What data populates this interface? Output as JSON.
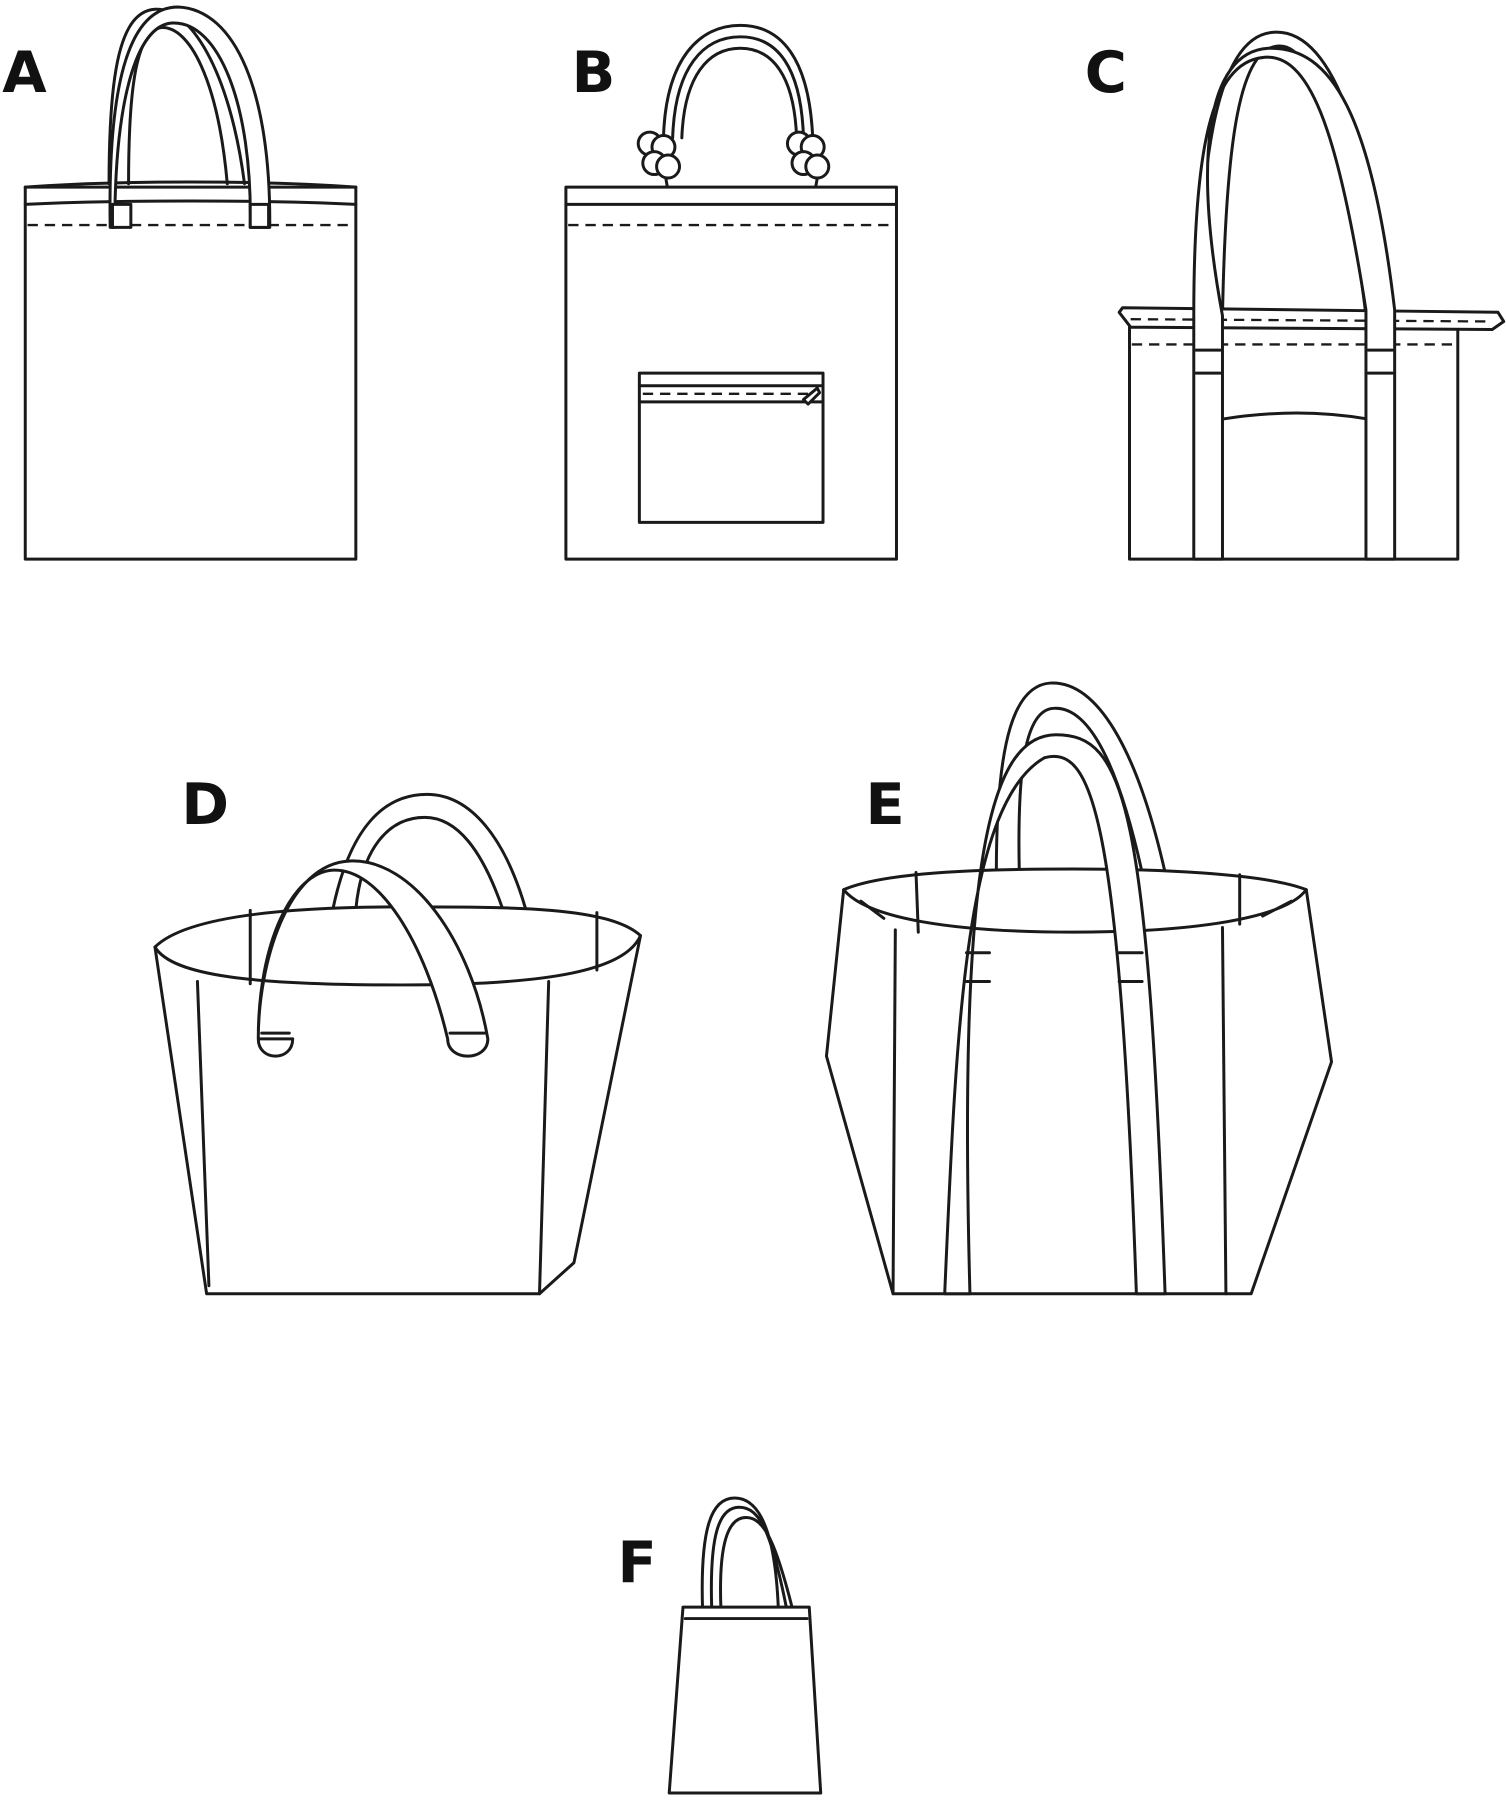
{
  "views": [
    {
      "label": "A"
    },
    {
      "label": "B"
    },
    {
      "label": "C"
    },
    {
      "label": "D"
    },
    {
      "label": "E"
    },
    {
      "label": "F"
    }
  ],
  "colors": {
    "line": "#1a1a1a",
    "background": "#ffffff"
  }
}
